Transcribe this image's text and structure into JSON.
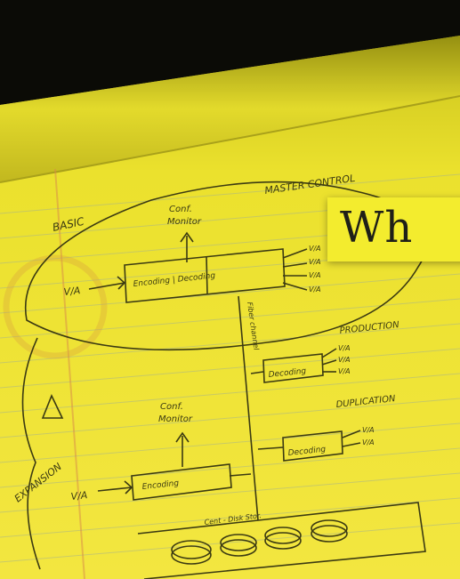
{
  "photo": {
    "headline": "Wh",
    "sketch": {
      "master_control": "MASTER CONTROL",
      "basic": "BASIC",
      "expansion": "EXPANSION",
      "conf_monitor_top": [
        "Conf.",
        "Monitor"
      ],
      "conf_monitor_bottom": [
        "Conf.",
        "Monitor"
      ],
      "va_input_top": "V/A",
      "va_input_bottom": "V/A",
      "encoding_decoding": "Encoding | Decoding",
      "encoding": "Encoding",
      "production": "PRODUCTION",
      "duplication": "DUPLICATION",
      "decoding": "Decoding",
      "fiber_channel": "Fiber channel",
      "cent_disk_stor": "Cent - Disk Stor.",
      "outputs_master": [
        "V/A",
        "V/A",
        "V/A",
        "V/A"
      ],
      "outputs_production": [
        "V/A",
        "V/A",
        "V/A"
      ],
      "outputs_duplication": [
        "V/A",
        "V/A"
      ]
    },
    "colors": {
      "paper": "#f0e23a",
      "paper_shadow": "#c9bd1f",
      "ink": "#3b3a12",
      "rule_lines": "#a9b58a",
      "margin_red": "#d98a4a",
      "background": "#0b0b06"
    }
  }
}
